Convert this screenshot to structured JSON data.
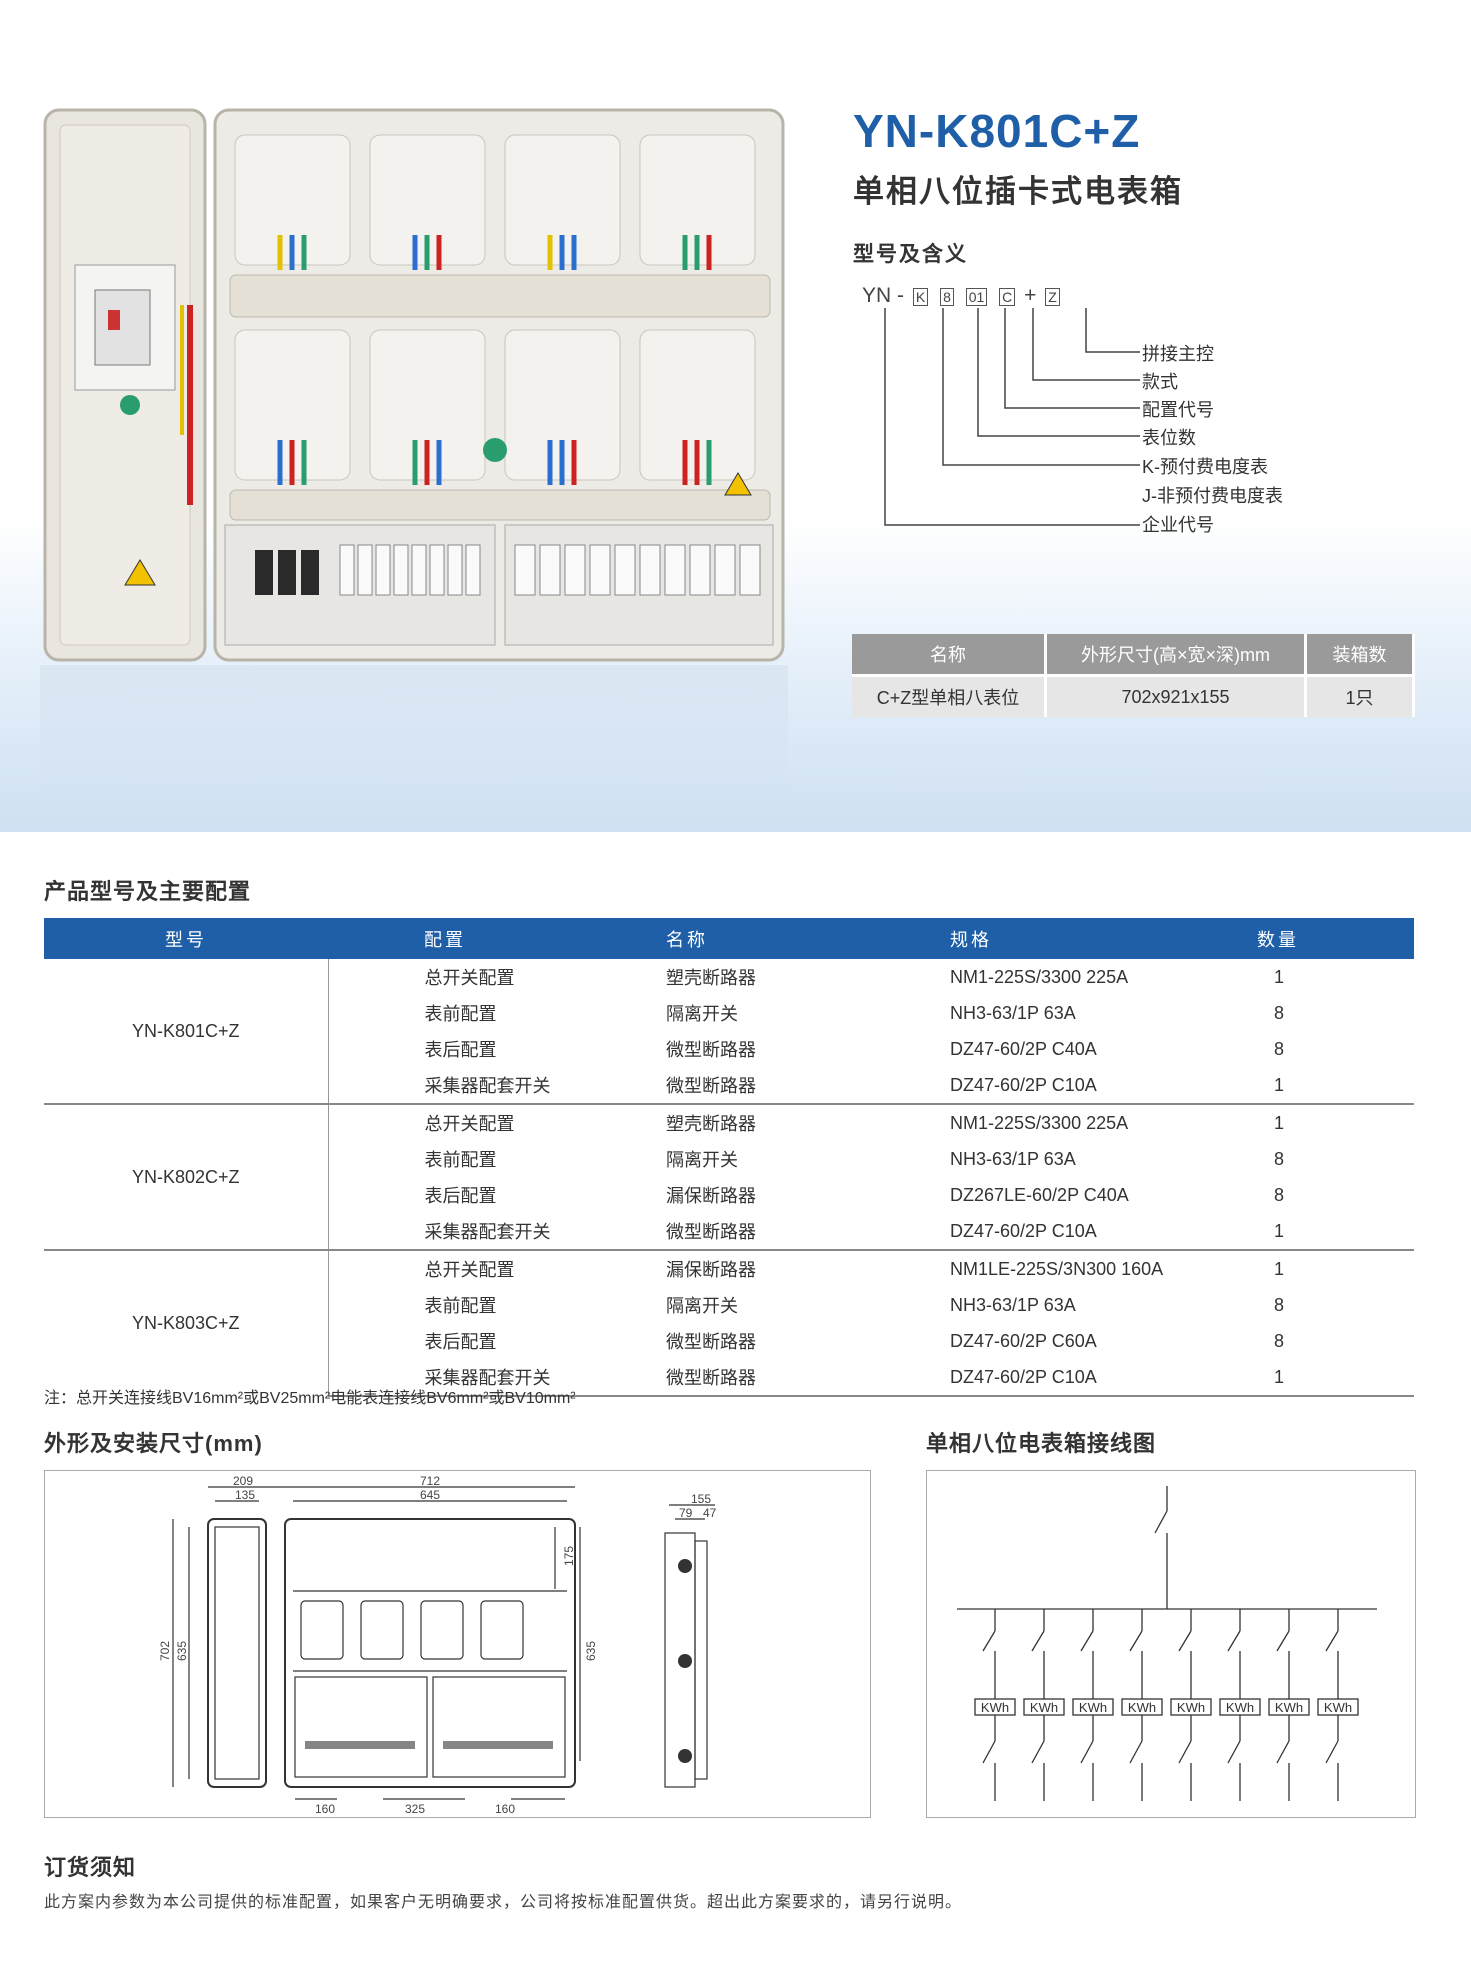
{
  "product": {
    "title": "YN-K801C+Z",
    "subtitle": "单相八位插卡式电表箱"
  },
  "meaning": {
    "heading": "型号及含义",
    "code": {
      "prefix": "YN",
      "dash": "-",
      "k": "K",
      "eight": "8",
      "zeroone": "01",
      "c": "C",
      "plus": "+",
      "z": "Z"
    },
    "legend": [
      "拼接主控",
      "款式",
      "配置代号",
      "表位数",
      "K-预付费电度表",
      "J-非预付费电度表",
      "企业代号"
    ]
  },
  "spec_table": {
    "headers": [
      "名称",
      "外形尺寸(高×宽×深)mm",
      "装箱数"
    ],
    "row": [
      "C+Z型单相八表位",
      "702x921x155",
      "1只"
    ]
  },
  "config": {
    "heading": "产品型号及主要配置",
    "headers": [
      "型号",
      "配置",
      "名称",
      "规格",
      "数量"
    ],
    "groups": [
      {
        "model": "YN-K801C+Z",
        "rows": [
          [
            "总开关配置",
            "塑壳断路器",
            "NM1-225S/3300 225A",
            "1"
          ],
          [
            "表前配置",
            "隔离开关",
            "NH3-63/1P  63A",
            "8"
          ],
          [
            "表后配置",
            "微型断路器",
            "DZ47-60/2P  C40A",
            "8"
          ],
          [
            "采集器配套开关",
            "微型断路器",
            "DZ47-60/2P  C10A",
            "1"
          ]
        ]
      },
      {
        "model": "YN-K802C+Z",
        "rows": [
          [
            "总开关配置",
            "塑壳断路器",
            "NM1-225S/3300 225A",
            "1"
          ],
          [
            "表前配置",
            "隔离开关",
            "NH3-63/1P 63A",
            "8"
          ],
          [
            "表后配置",
            "漏保断路器",
            "DZ267LE-60/2P C40A",
            "8"
          ],
          [
            "采集器配套开关",
            "微型断路器",
            "DZ47-60/2P C10A",
            "1"
          ]
        ]
      },
      {
        "model": "YN-K803C+Z",
        "rows": [
          [
            "总开关配置",
            "漏保断路器",
            "NM1LE-225S/3N300 160A",
            "1"
          ],
          [
            "表前配置",
            "隔离开关",
            "NH3-63/1P 63A",
            "8"
          ],
          [
            "表后配置",
            "微型断路器",
            "DZ47-60/2P  C60A",
            "8"
          ],
          [
            "采集器配套开关",
            "微型断路器",
            "DZ47-60/2P  C10A",
            "1"
          ]
        ]
      }
    ],
    "note": "注：总开关连接线BV16mm²或BV25mm²电能表连接线BV6mm²或BV10mm²"
  },
  "dimensions": {
    "heading": "外形及安装尺寸(mm)",
    "labels": {
      "d209": "209",
      "d135": "135",
      "d712": "712",
      "d645": "645",
      "d175": "175",
      "d702": "702",
      "d635a": "635",
      "d635b": "635",
      "d160a": "160",
      "d325": "325",
      "d160b": "160",
      "d155": "155",
      "d79": "79",
      "d47": "47"
    }
  },
  "wiring": {
    "heading": "单相八位电表箱接线图",
    "meter_label": "KWh"
  },
  "order": {
    "heading": "订货须知",
    "text": "此方案内参数为本公司提供的标准配置，如果客户无明确要求，公司将按标准配置供货。超出此方案要求的，请另行说明。"
  }
}
